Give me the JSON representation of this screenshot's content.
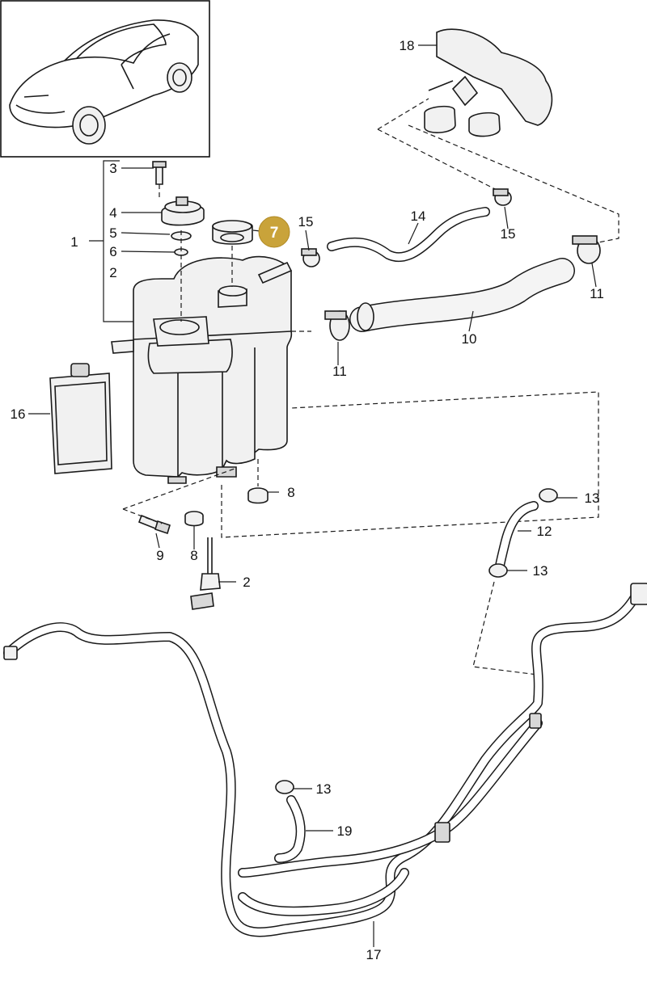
{
  "highlight": {
    "label": "7",
    "fill": "#c9a33a",
    "text_color": "#ffffff"
  },
  "callouts": [
    {
      "id": "c3",
      "label": "3"
    },
    {
      "id": "c4",
      "label": "4"
    },
    {
      "id": "c1",
      "label": "1"
    },
    {
      "id": "c5",
      "label": "5"
    },
    {
      "id": "c6",
      "label": "6"
    },
    {
      "id": "c2a",
      "label": "2"
    },
    {
      "id": "c15a",
      "label": "15"
    },
    {
      "id": "c14",
      "label": "14"
    },
    {
      "id": "c15b",
      "label": "15"
    },
    {
      "id": "c18",
      "label": "18"
    },
    {
      "id": "c11a",
      "label": "11"
    },
    {
      "id": "c11b",
      "label": "11"
    },
    {
      "id": "c10",
      "label": "10"
    },
    {
      "id": "c16",
      "label": "16"
    },
    {
      "id": "c8a",
      "label": "8"
    },
    {
      "id": "c9",
      "label": "9"
    },
    {
      "id": "c8b",
      "label": "8"
    },
    {
      "id": "c2b",
      "label": "2"
    },
    {
      "id": "c13a",
      "label": "13"
    },
    {
      "id": "c12",
      "label": "12"
    },
    {
      "id": "c13b",
      "label": "13"
    },
    {
      "id": "c13c",
      "label": "13"
    },
    {
      "id": "c19",
      "label": "19"
    },
    {
      "id": "c17",
      "label": "17"
    }
  ]
}
